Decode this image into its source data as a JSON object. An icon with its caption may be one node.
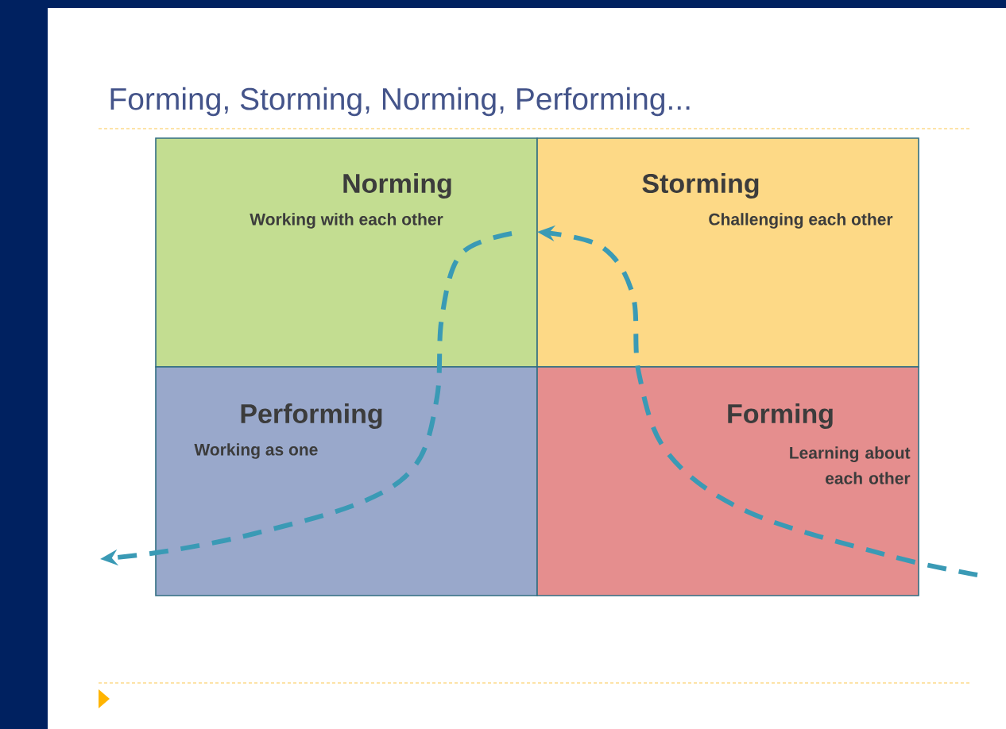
{
  "diagram": {
    "title": "Forming, Storming, Norming, Performing...",
    "nodes": [
      {
        "text": [
          "Norming",
          "Working with each other"
        ]
      },
      {
        "text": [
          "Storming",
          "Challenging each other"
        ]
      },
      {
        "text": [
          "Performing",
          "Working as one"
        ]
      },
      {
        "text": [
          "Forming",
          "Learning about each other"
        ]
      }
    ]
  }
}
